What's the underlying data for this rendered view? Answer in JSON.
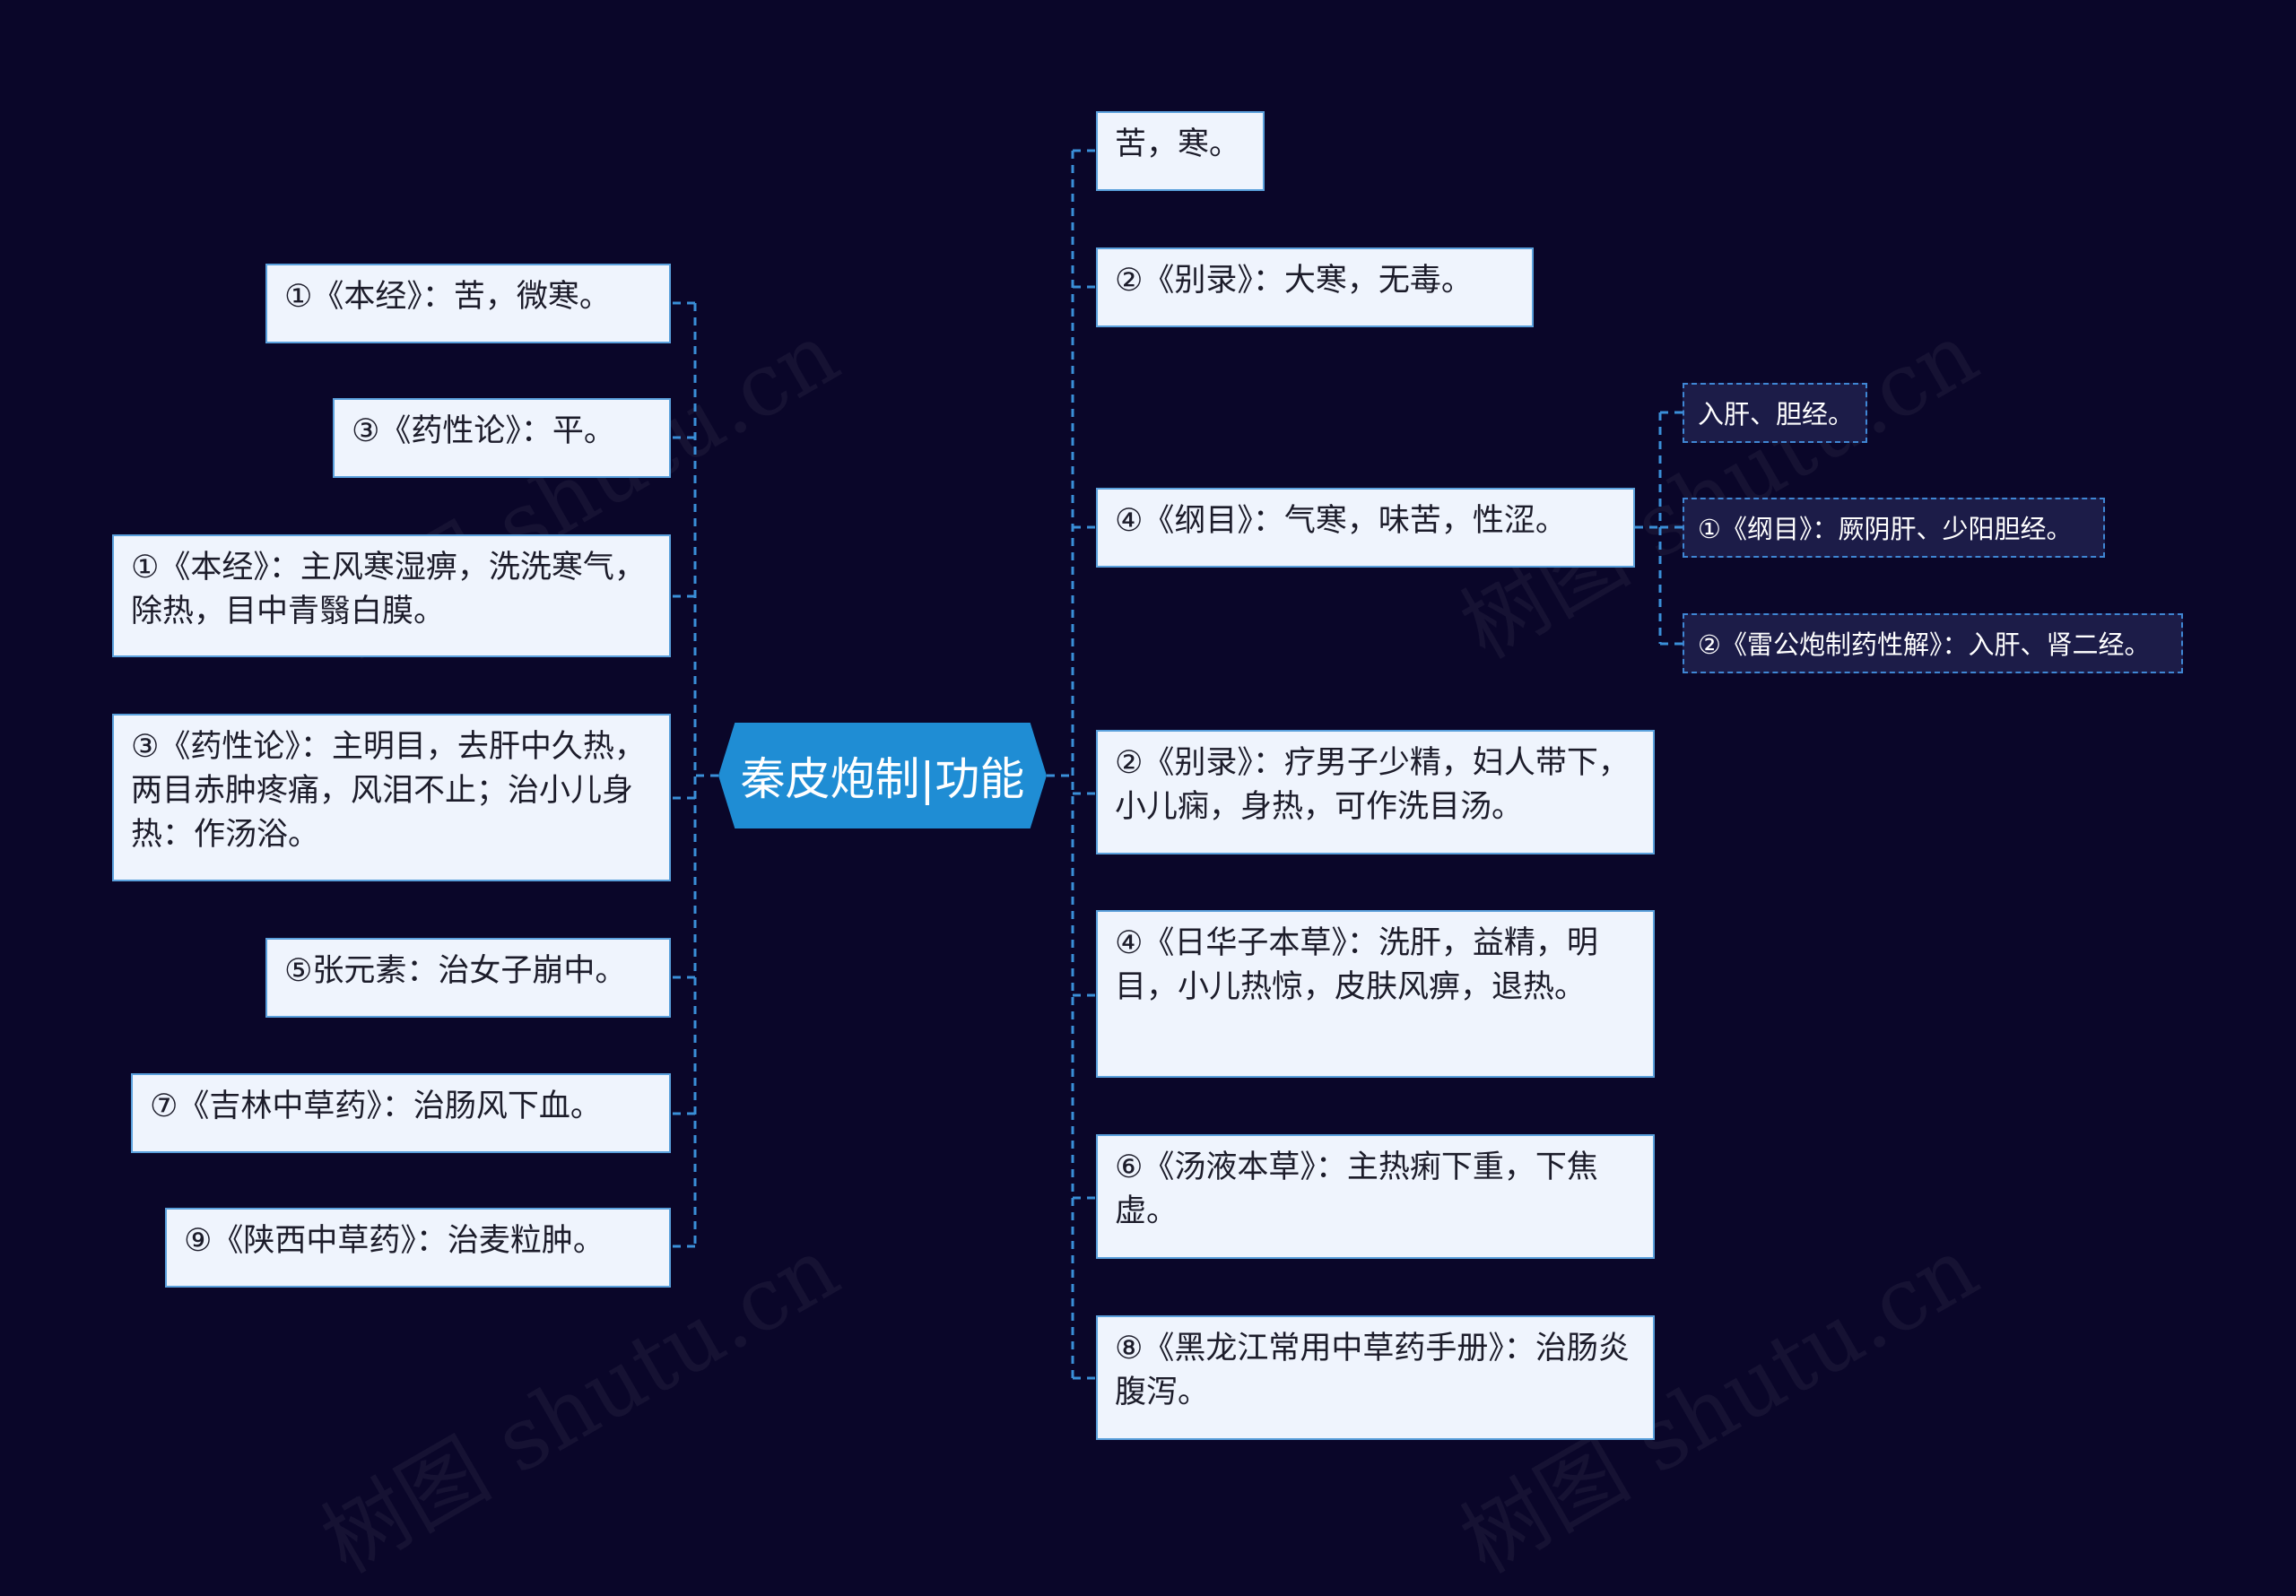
{
  "center_title": "秦皮炮制|功能",
  "watermark": "树图 shutu.cn",
  "left_nodes": [
    "①《本经》：苦，微寒。",
    "③《药性论》：平。",
    "①《本经》：主风寒湿痹，洗洗寒气，除热，目中青翳白膜。",
    "③《药性论》：主明目，去肝中久热，两目赤肿疼痛，风泪不止；治小儿身热：作汤浴。",
    "⑤张元素：治女子崩中。",
    "⑦《吉林中草药》：治肠风下血。",
    "⑨《陕西中草药》：治麦粒肿。"
  ],
  "right_nodes": [
    "苦，寒。",
    "②《别录》：大寒，无毒。",
    "④《纲目》：气寒，味苦，性涩。",
    "②《别录》：疗男子少精，妇人带下，小儿痫，身热，可作洗目汤。",
    "④《日华子本草》：洗肝，益精，明目，小儿热惊，皮肤风痹，退热。",
    "⑥《汤液本草》：主热痢下重，下焦虚。",
    "⑧《黑龙江常用中草药手册》：治肠炎腹泻。"
  ],
  "sub_nodes": [
    "入肝、胆经。",
    "①《纲目》：厥阴肝、少阳胆经。",
    "②《雷公炮制药性解》：入肝、肾二经。"
  ],
  "colors": {
    "background": "#0a0629",
    "center_fill": "#1f8dd4",
    "node_fill": "#eff4fd",
    "node_border": "#5aa0dc",
    "leaf_fill": "#1c1c48",
    "leaf_border": "#3f86d4",
    "connector": "#3a8fd8"
  }
}
